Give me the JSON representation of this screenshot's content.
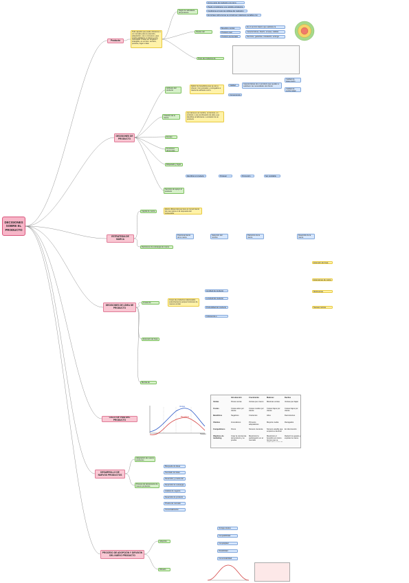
{
  "root": {
    "label": "DECISIONES SOBRE EL PRODUCTO"
  },
  "sections": [
    {
      "id": "producto",
      "label": "Producto"
    },
    {
      "id": "decisiones",
      "label": "DECISIONES DE PRODUCTO"
    },
    {
      "id": "estrategia",
      "label": "ESTRATEGIA DE MARCA"
    },
    {
      "id": "linea",
      "label": "DECISIONES DE LÍNEA DE PRODUCTO"
    },
    {
      "id": "ciclo",
      "label": "CICLO DE VIDA DEL PRODUCTO"
    },
    {
      "id": "desarrollo",
      "label": "DESARROLLO DE NUEVOS PRODUCTOS"
    },
    {
      "id": "adopcion",
      "label": "PROCESO DE ADOPCIÓN Y DIFUSIÓN DEL NUEVO PRODUCTO"
    }
  ],
  "producto": {
    "definition": "Todo aquello que puede ofrecerse a un mercado para su atención, adquisición, uso o consumo y que puede satisfacer un deseo o una necesidad. Puede ser tangible o intangible, es un bien, servicio, persona, lugar o idea.",
    "node_salario": "Según la naturaleza del producto",
    "salario_items": [
      "Forma parte del marketing mix de la empresa",
      "Puede considerarse una variable estratégica",
      "Condiciona el resto de políticas del marketing mix",
      "Es la base sobre la que se construyen relaciones rentables con los clientes"
    ],
    "niveles": "Niveles del producto",
    "niveles_items": [
      "Beneficio central",
      "Producto real",
      "Producto aumentado"
    ],
    "niveles_desc": [
      "Es el servicio básico que satisface la necesidad",
      "Características, diseño, envase, calidad, marca",
      "Servicios, garantías, instalación, entrega"
    ],
    "tipos": "Tipos de productos de consumo"
  },
  "decisiones": {
    "atributos": "Atributos del producto",
    "atributos_desc": "Definir los beneficios que se van a ofrecer. Comunicados y entregados a través de atributos como:",
    "calidad": "Calidad",
    "calidad_desc": "Características de un producto que ayudan a satisfacer las necesidades del cliente",
    "conveniencia": "Conveniencia",
    "calidad_desempeño": "Calidad de desempeño",
    "calidad_conformidad": "Calidad de conformidad",
    "creacion": "Creación de la marca",
    "creacion_desc": "La marca es un nombre, un término, un símbolo o una combinación de ellos, que identifica al fabricante o vendedor de un producto",
    "envase": "Envase",
    "etiquetado": "Etiquetado y logos",
    "servicios": "Servicios de apoyo al producto",
    "funciones": "Funciones del envase",
    "funciones_items": [
      "Identificar el producto",
      "Proteger",
      "Promoción",
      "Ser reciclable"
    ]
  },
  "estrategia": {
    "capital": "Capital de marca",
    "capital_desc": "Efecto diferencial que tiene el conocimiento de una marca en la respuesta del consumidor",
    "desarrollo": "Decisiones de estrategia de marca",
    "posicionamiento": "Posicionamiento de la marca",
    "seleccion": "Selección del nombre",
    "patrocinio": "Patrocinio de la marca",
    "desarrollo_marca": "Desarrollo de la marca",
    "extension": "Extensión de línea",
    "extensiones": "Extensiones de marca",
    "multimarca": "Multimarcas",
    "nuevas": "Nuevas marcas"
  },
  "linea": {
    "lineas": "Líneas de producto",
    "lineas_desc": "Grupo de productos relacionados estrechamente porque funcionan de manera similar",
    "extension_linea": "Extensión de línea",
    "mezcla": "Mezcla de productos",
    "amplitud": "Amplitud del producto",
    "longitud": "Longitud del producto",
    "profundidad": "Profundidad del producto",
    "coherencia": "Coherencia o consistencia"
  },
  "ciclo": {
    "fases": [
      "Introducción",
      "Crecimiento",
      "Madurez",
      "Declive"
    ],
    "rows": [
      "Ventas",
      "Costes",
      "Beneficios",
      "Clientes",
      "Competidores",
      "Objetivos de marketing"
    ],
    "cells": [
      [
        "Pocas ventas",
        "Ventas que crecen",
        "Máximas ventas",
        "Ventas que bajan"
      ],
      [
        "Costes altos por cliente",
        "Costes medios por cliente",
        "Costes bajos por cliente",
        "Costes bajos por cliente"
      ],
      [
        "Negativos",
        "Crecientes",
        "Altos",
        "Decrecientes"
      ],
      [
        "Innovadores",
        "Primeros adoptadores",
        "Mayoría media",
        "Rezagados"
      ],
      [
        "Pocos",
        "Número creciente",
        "Número estable que empieza a declinar",
        "En disminución"
      ],
      [
        "Crear la conciencia del producto y su prueba",
        "Maximizar la participación en el mercado",
        "Maximizar el beneficio al mismo tiempo que se defiende la cuota de mercado",
        "Reducir los gastos y explotar la marca"
      ]
    ],
    "chart_labels": {
      "ventas": "Ventas",
      "beneficios": "Beneficios",
      "tiempo": "Tiempo"
    }
  },
  "desarrollo": {
    "adquisicion": "Adquisición de nuevos productos",
    "proceso": "Proceso de lanzamiento de nuevos productos",
    "etapas": [
      "Búsqueda de ideas",
      "Tamizado de ideas",
      "Desarrollo y prueba del concepto",
      "Desarrollo de estrategia de marketing",
      "Análisis de negocio",
      "Desarrollo de producto",
      "Prueba de mercado",
      "Comercialización"
    ]
  },
  "adopcion": {
    "adopcion": "Adopción",
    "difusion": "Difusión",
    "caracteristicas": [
      "Ventaja relativa",
      "Compatibilidad",
      "Complejidad",
      "Divisibilidad",
      "Comunicabilidad"
    ]
  },
  "colors": {
    "pink": "#f9c7d3",
    "yellow": "#fff2a8",
    "green": "#d5f0c8",
    "blue": "#d6e6fb",
    "line": "#555555"
  }
}
